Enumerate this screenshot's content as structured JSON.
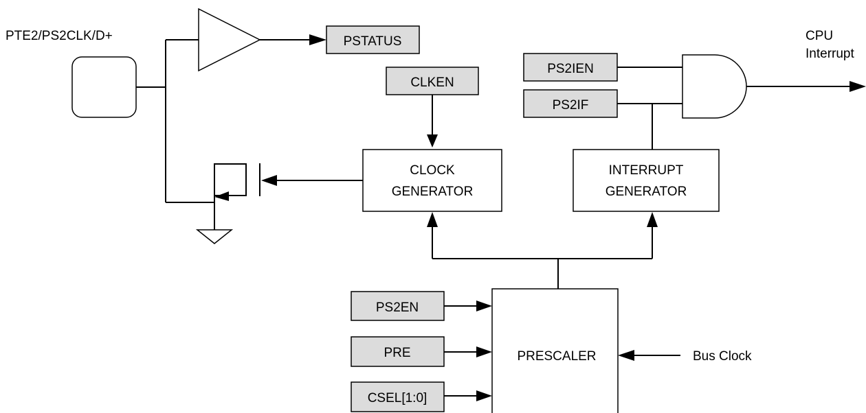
{
  "pin": {
    "label": "PTE2/PS2CLK/D+"
  },
  "registers": {
    "pstatus": "PSTATUS",
    "clken": "CLKEN",
    "ps2ien": "PS2IEN",
    "ps2if": "PS2IF",
    "ps2en": "PS2EN",
    "pre": "PRE",
    "csel": "CSEL[1:0]"
  },
  "blocks": {
    "clock_generator": [
      "CLOCK",
      "GENERATOR"
    ],
    "interrupt_generator": [
      "INTERRUPT",
      "GENERATOR"
    ],
    "prescaler": "PRESCALER"
  },
  "signals": {
    "cpu_interrupt": [
      "CPU",
      "Interrupt"
    ],
    "bus_clock": "Bus Clock"
  },
  "colors": {
    "register_fill": "#dcdcdc",
    "stroke": "#000000"
  }
}
